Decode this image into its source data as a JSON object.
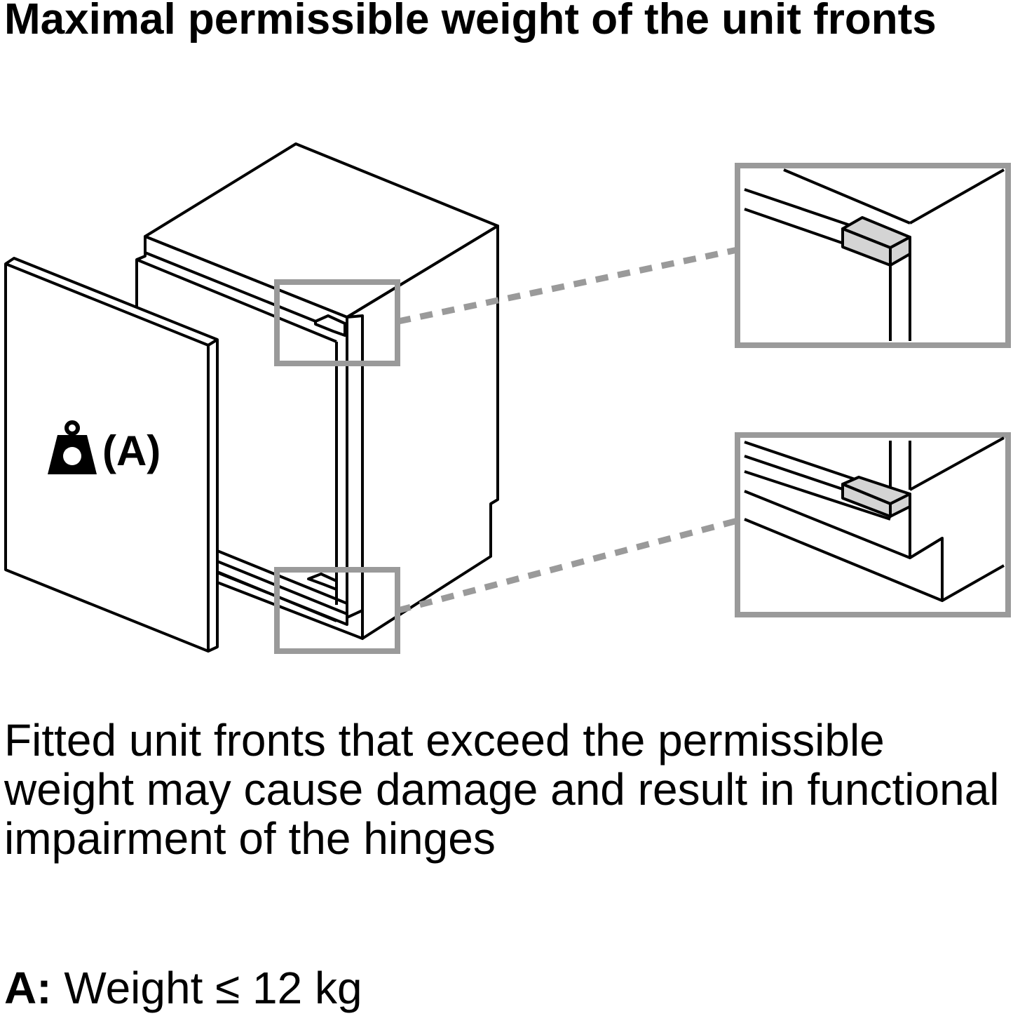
{
  "title": "Maximal permissible weight of the unit fronts",
  "figure": {
    "weight_label": "(A)",
    "icon": "weight-icon",
    "callout_frame_color": "#9a9a9a",
    "highlight_color": "#d4d4d4"
  },
  "note": "Fitted unit fronts that exceed the permissible weight may cause damage and result in functional impairment of the hinges",
  "spec": {
    "key": "A:",
    "value": " Weight ≤ 12 kg"
  }
}
